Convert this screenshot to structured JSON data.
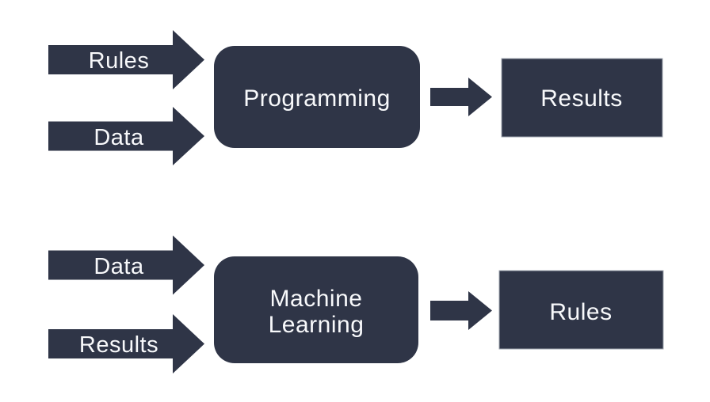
{
  "diagram": {
    "colors": {
      "background": "#FFFFFF",
      "shape_fill": "#2F3547",
      "label_text": "#F8F9FB",
      "box_outline": "#A2A7B0"
    },
    "classical_flow": {
      "input_top": "Rules",
      "input_bottom": "Data",
      "process": "Programming",
      "output": "Results"
    },
    "ml_flow": {
      "input_top": "Data",
      "input_bottom": "Results",
      "process_line1": "Machine",
      "process_line2": "Learning",
      "output": "Rules"
    }
  }
}
